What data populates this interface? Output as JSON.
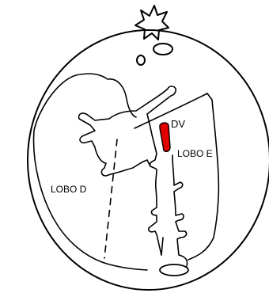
{
  "labels": {
    "dv": "DV",
    "lobo_e": "LOBO E",
    "lobo_d": "LOBO D"
  },
  "colors": {
    "ink": "#000000",
    "dv_marker": "#e00000",
    "background": "#ffffff"
  },
  "icons": [
    "star-icon"
  ]
}
